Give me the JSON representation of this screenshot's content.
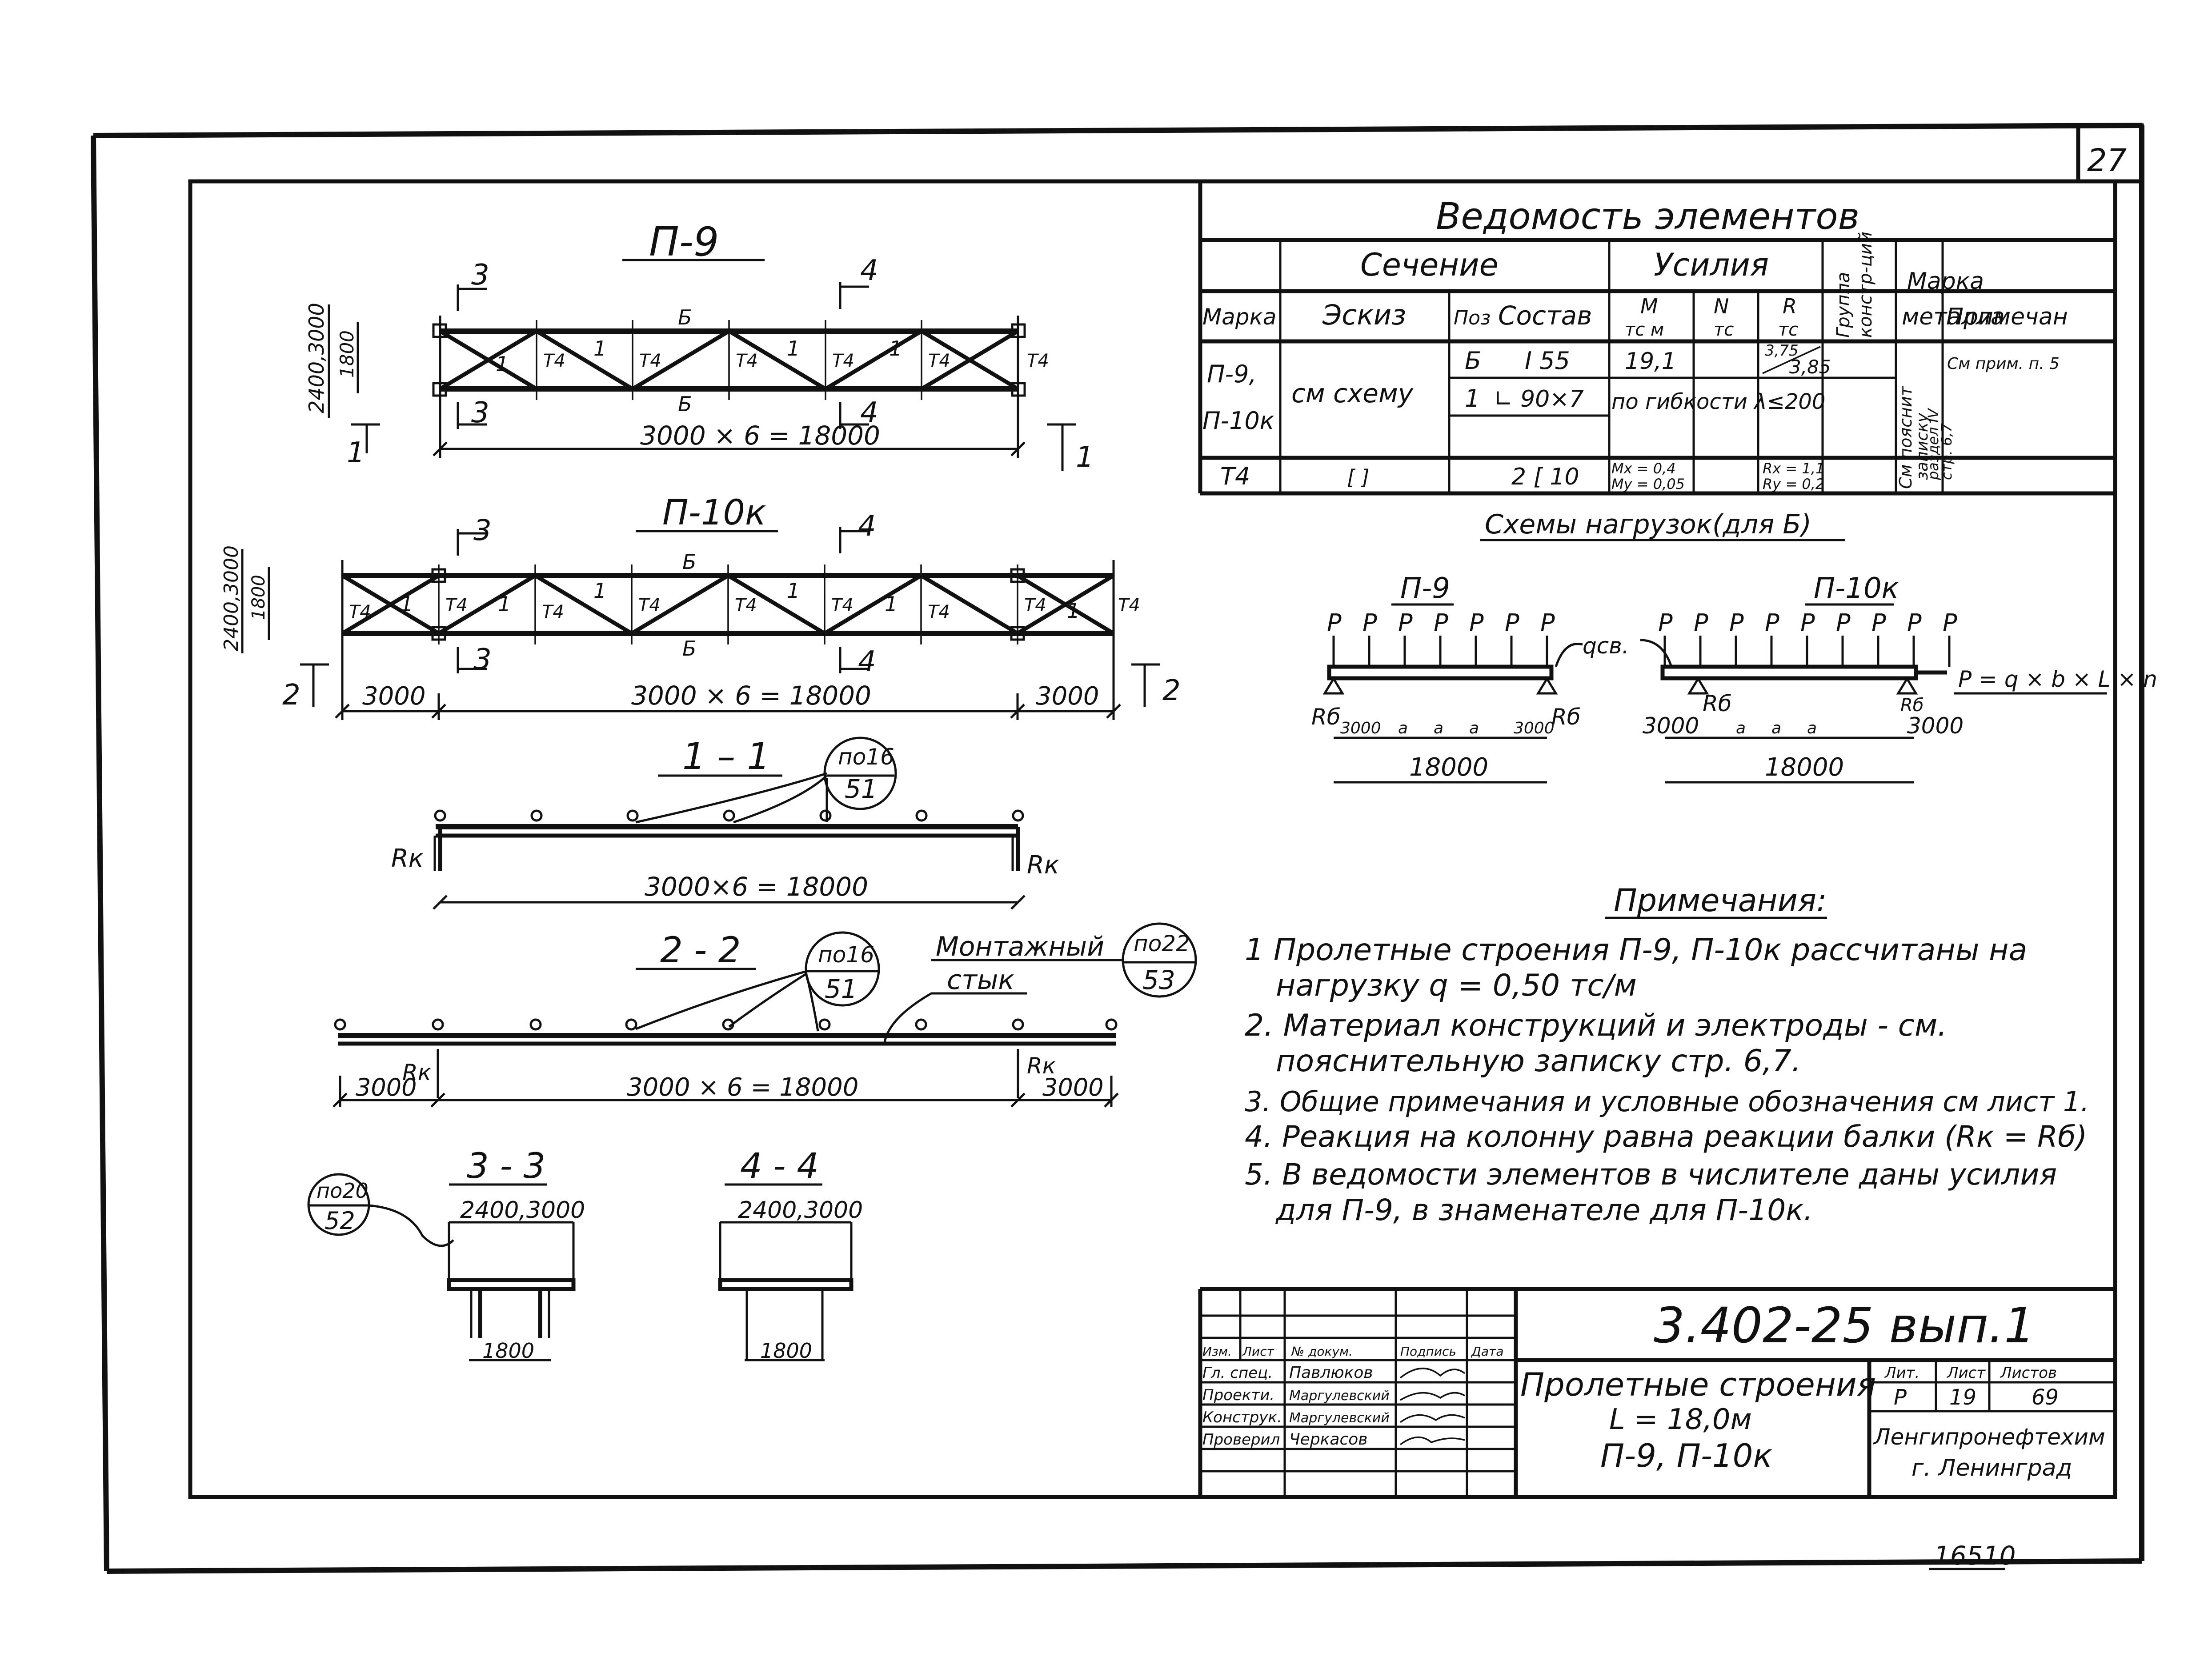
{
  "sheet_number": "27",
  "inventory": "16510",
  "truss_p9": {
    "title": "П-9",
    "height_dims": "2400,3000",
    "inner_height": "1800",
    "span_dim": "3000 × 6 = 18000",
    "chord_mark": "Б",
    "brace_mark": "1",
    "post_mark": "Т4",
    "section_marks": [
      "1",
      "3",
      "4"
    ]
  },
  "truss_p10k": {
    "title": "П-10к",
    "height_dims": "2400,3000",
    "inner_height": "1800",
    "span_dim": "3000 × 6 = 18000",
    "end_dim": "3000",
    "chord_mark": "Б",
    "brace_mark": "1",
    "post_mark": "Т4",
    "section_marks": [
      "2",
      "3",
      "4"
    ]
  },
  "section_1_1": {
    "title": "1 – 1",
    "callout_top": "по16",
    "callout_bottom": "51",
    "reaction": "Rк",
    "span_dim": "3000×6 = 18000"
  },
  "section_2_2": {
    "title": "2 - 2",
    "callout_top": "по16",
    "callout_bottom": "51",
    "joint_label_1": "Монтажный",
    "joint_label_2": "стык",
    "joint_callout_top": "по22",
    "joint_callout_bottom": "53",
    "reaction": "Rк",
    "span_dim": "3000 × 6 = 18000",
    "end_dim": "3000"
  },
  "section_3_3": {
    "title": "3 - 3",
    "callout_top": "по20",
    "callout_bottom": "52",
    "dim_top": "2400,3000",
    "dim_bottom": "1800"
  },
  "section_4_4": {
    "title": "4 - 4",
    "dim_top": "2400,3000",
    "dim_bottom": "1800"
  },
  "elements_table": {
    "title": "Ведомость элементов",
    "group_section": "Сечение",
    "group_forces": "Усилия",
    "col_group_line1": "Группа",
    "col_group_line2": "констр-ций",
    "col_grade_line1": "Марка",
    "col_grade_line2": "металла",
    "col_mark": "Марка",
    "col_sketch": "Эскиз",
    "col_pos": "Поз",
    "col_composition": "Состав",
    "col_m": "M",
    "col_m_unit": "тс м",
    "col_n": "N",
    "col_n_unit": "тс",
    "col_r": "R",
    "col_r_unit": "тс",
    "col_note": "Примечан",
    "row1_mark_1": "П-9,",
    "row1_mark_2": "П-10к",
    "row1_sketch": "см схему",
    "row1_pos": "Б",
    "row1_comp": "I 55",
    "row1_m": "19,1",
    "row1_r_top": "3,75",
    "row1_r_bottom": "3,85",
    "row1_note": "См прим. п. 5",
    "row2_pos": "1",
    "row2_comp": "∟ 90×7",
    "row2_force": "по гибкости λ≤200",
    "row3_mark": "Т4",
    "row3_sketch": "[ ]",
    "row3_comp": "2 [ 10",
    "row3_m_1": "Mx = 0,4",
    "row3_m_2": "My = 0,05",
    "row3_r_1": "Rx = 1,1",
    "row3_r_2": "Ry = 0,2",
    "grade_note_1": "См пояснит",
    "grade_note_2": "записку",
    "grade_note_3": "раздел IV",
    "grade_note_4": "стр. 6,7"
  },
  "load_schemes": {
    "title": "Схемы нагрузок(для Б)",
    "left_title": "П-9",
    "right_title": "П-10к",
    "load_label": "P",
    "distributed_label": "qсв.",
    "formula": "P = q × b × L × n",
    "reaction": "Rб",
    "end_dim": "3000",
    "span_dim": "18000",
    "bay_mark": "a"
  },
  "notes": {
    "title": "Примечания:",
    "items": [
      "1  Пролетные строения П-9, П-10к рассчитаны на",
      "нагрузку  q = 0,50 тс/м",
      "2. Материал конструкций и электроды - см.",
      "пояснительную записку стр. 6,7.",
      "3. Общие примечания и условные обозначения см лист 1.",
      "4. Реакция на колонну равна реакции балки (Rк = Rб)",
      "5. В ведомости элементов в числителе даны усилия",
      "для П-9, в знаменателе для П-10к."
    ]
  },
  "title_block": {
    "doc_code": "3.402-25 вып.1",
    "name_1": "Пролетные строения",
    "name_2": "L = 18,0м",
    "name_3": "П-9, П-10к",
    "stage_label": "Лит.",
    "sheet_label": "Лист",
    "sheets_label": "Листов",
    "stage": "Р",
    "sheet": "19",
    "sheets": "69",
    "org_1": "Ленгипронефтехим",
    "org_2": "г. Ленинград",
    "hdr_1": "Изм.",
    "hdr_2": "Лист",
    "hdr_3": "№ докум.",
    "hdr_4": "Подпись",
    "hdr_5": "Дата",
    "role_1": "Гл. спец.",
    "name_r1": "Павлюков",
    "role_2": "Проекти.",
    "name_r2": "Маргулевский",
    "role_3": "Конструк.",
    "name_r3": "Маргулевский",
    "role_4": "Проверил",
    "name_r4": "Черкасов"
  }
}
